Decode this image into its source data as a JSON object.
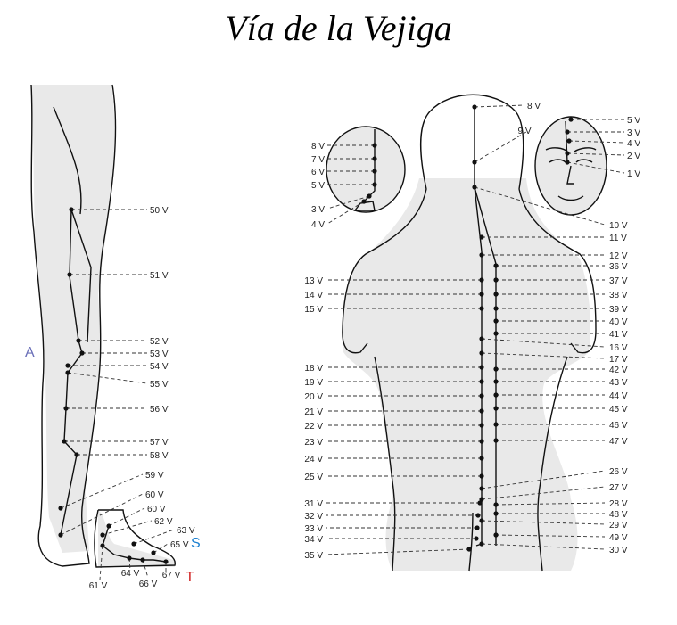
{
  "title": "Vía de la Vejiga",
  "side_labels": {
    "a": {
      "text": "A",
      "color": "#6a6fb8"
    },
    "s": {
      "text": "S",
      "color": "#1a7fd0"
    },
    "t": {
      "text": "T",
      "color": "#d02020"
    }
  },
  "points": {
    "leg": [
      "50 V",
      "51 V",
      "52 V",
      "53 V",
      "54 V",
      "55 V",
      "56 V",
      "57 V",
      "58 V",
      "59 V",
      "60 V"
    ],
    "foot": [
      "60 V",
      "62 V",
      "63 V",
      "65 V",
      "61 V",
      "64 V",
      "66 V",
      "67 V"
    ],
    "head_side": [
      "8 V",
      "7 V",
      "6 V",
      "5 V",
      "3 V",
      "4 V"
    ],
    "face": [
      "5 V",
      "3 V",
      "4 V",
      "2 V",
      "1 V"
    ],
    "back_top": [
      "8 V",
      "9 V"
    ],
    "back_left": [
      "13 V",
      "14 V",
      "15 V",
      "18 V",
      "19 V",
      "20 V",
      "21 V",
      "22 V",
      "23 V",
      "24 V",
      "25 V",
      "31 V",
      "32 V",
      "33 V",
      "34 V",
      "35 V"
    ],
    "back_right": [
      "10 V",
      "11 V",
      "12 V",
      "36 V",
      "37 V",
      "38 V",
      "39 V",
      "40 V",
      "41 V",
      "16 V",
      "17 V",
      "42 V",
      "43 V",
      "44 V",
      "45 V",
      "46 V",
      "47 V",
      "26 V",
      "27 V",
      "28 V",
      "48 V",
      "29 V",
      "49 V",
      "30 V"
    ]
  }
}
